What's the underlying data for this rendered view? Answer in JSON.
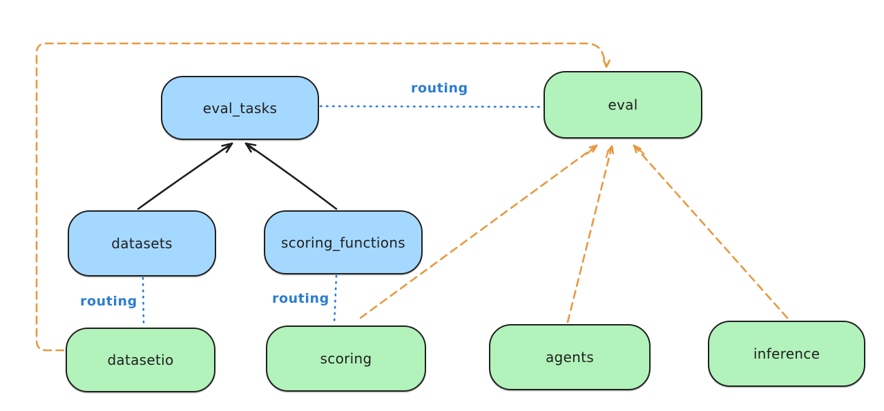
{
  "diagram_type": "architecture-routing-diagram",
  "nodes": {
    "eval_tasks": {
      "label": "eval_tasks",
      "kind": "registry"
    },
    "eval": {
      "label": "eval",
      "kind": "api"
    },
    "datasets": {
      "label": "datasets",
      "kind": "registry"
    },
    "scoring_functions": {
      "label": "scoring_functions",
      "kind": "registry"
    },
    "datasetio": {
      "label": "datasetio",
      "kind": "api"
    },
    "scoring": {
      "label": "scoring",
      "kind": "api"
    },
    "agents": {
      "label": "agents",
      "kind": "api"
    },
    "inference": {
      "label": "inference",
      "kind": "api"
    }
  },
  "edge_labels": {
    "eval_tasks_eval": "routing",
    "datasets_datasetio": "routing",
    "scoring_functions_scoring": "routing"
  },
  "edges": [
    {
      "from": "datasets",
      "to": "eval_tasks",
      "style": "solid",
      "color": "black",
      "arrowhead": "end"
    },
    {
      "from": "scoring_functions",
      "to": "eval_tasks",
      "style": "solid",
      "color": "black",
      "arrowhead": "end"
    },
    {
      "from": "eval_tasks",
      "to": "eval",
      "style": "dotted",
      "color": "blue",
      "arrowhead": "none",
      "label": "routing"
    },
    {
      "from": "datasets",
      "to": "datasetio",
      "style": "dotted",
      "color": "blue",
      "arrowhead": "none",
      "label": "routing"
    },
    {
      "from": "scoring_functions",
      "to": "scoring",
      "style": "dotted",
      "color": "blue",
      "arrowhead": "none",
      "label": "routing"
    },
    {
      "from": "datasetio",
      "to": "eval",
      "style": "dashed",
      "color": "orange",
      "arrowhead": "end",
      "route": "around-left-and-top"
    },
    {
      "from": "scoring",
      "to": "eval",
      "style": "dashed",
      "color": "orange",
      "arrowhead": "end"
    },
    {
      "from": "agents",
      "to": "eval",
      "style": "dashed",
      "color": "orange",
      "arrowhead": "end"
    },
    {
      "from": "inference",
      "to": "eval",
      "style": "dashed",
      "color": "orange",
      "arrowhead": "end"
    }
  ],
  "colors": {
    "registry_fill": "#a5d8ff",
    "api_fill": "#b2f2bb",
    "stroke": "#1e1e1e",
    "routing_blue": "#2b7cd3",
    "provider_orange": "#e8983f",
    "background": "#ffffff"
  }
}
